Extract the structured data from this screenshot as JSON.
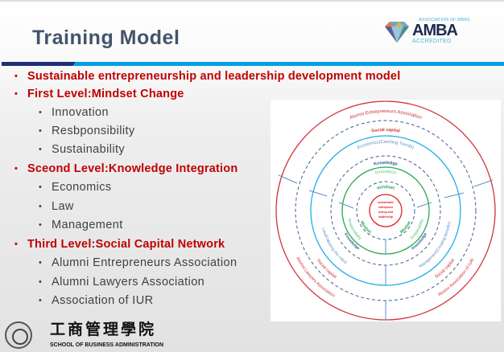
{
  "title": "Training Model",
  "logo": {
    "association": "ASSOCIATION OF MBAS",
    "name": "AMBA",
    "accredited": "ACCREDITED"
  },
  "bullets": [
    {
      "level": 1,
      "text": "Sustainable entrepreneurship and leadership development model"
    },
    {
      "level": 1,
      "text": "First Level:Mindset Change"
    },
    {
      "level": 2,
      "text": "Innovation"
    },
    {
      "level": 2,
      "text": "Resbponsibility"
    },
    {
      "level": 2,
      "text": "Sustainability"
    },
    {
      "level": 1,
      "text": "Sceond Level:Knowledge Integration"
    },
    {
      "level": 2,
      "text": "Economics"
    },
    {
      "level": 2,
      "text": "Law"
    },
    {
      "level": 2,
      "text": "Management"
    },
    {
      "level": 1,
      "text": "Third Level:Social Capital Network"
    },
    {
      "level": 2,
      "text": "Alumni Entrepreneurs Association"
    },
    {
      "level": 2,
      "text": "Alumni Lawyers Association"
    },
    {
      "level": 2,
      "text": "Association of IUR"
    }
  ],
  "diagram": {
    "center": [
      "sustainable",
      "entreprene",
      "urship and",
      "leadership"
    ],
    "mindset": "mindset",
    "innovation": "Innovation",
    "responsibility": "Responsibility",
    "sustainability": "Sustainability",
    "mindset_l": "Mindset",
    "mindset_r": "Mindset",
    "knowledge": "Knowledge",
    "economics": "Economics(Catching Trends)",
    "law": "Law(Following the rules)",
    "management": "Management(Creating Benefits)",
    "knowledge_l": "Knowledge",
    "knowledge_r": "Knowledge",
    "social": "Social capital",
    "social_l": "Social capital",
    "social_r": "Social capital",
    "alumni_ent": "Alumni Entrepreneurs Association",
    "alumni_law": "Alumni Lawyers Association",
    "iur": "Alumni Association of IUR"
  },
  "footer": {
    "chinese": "工商管理學院",
    "english": "SCHOOL OF BUSINESS ADMINISTRATION"
  }
}
